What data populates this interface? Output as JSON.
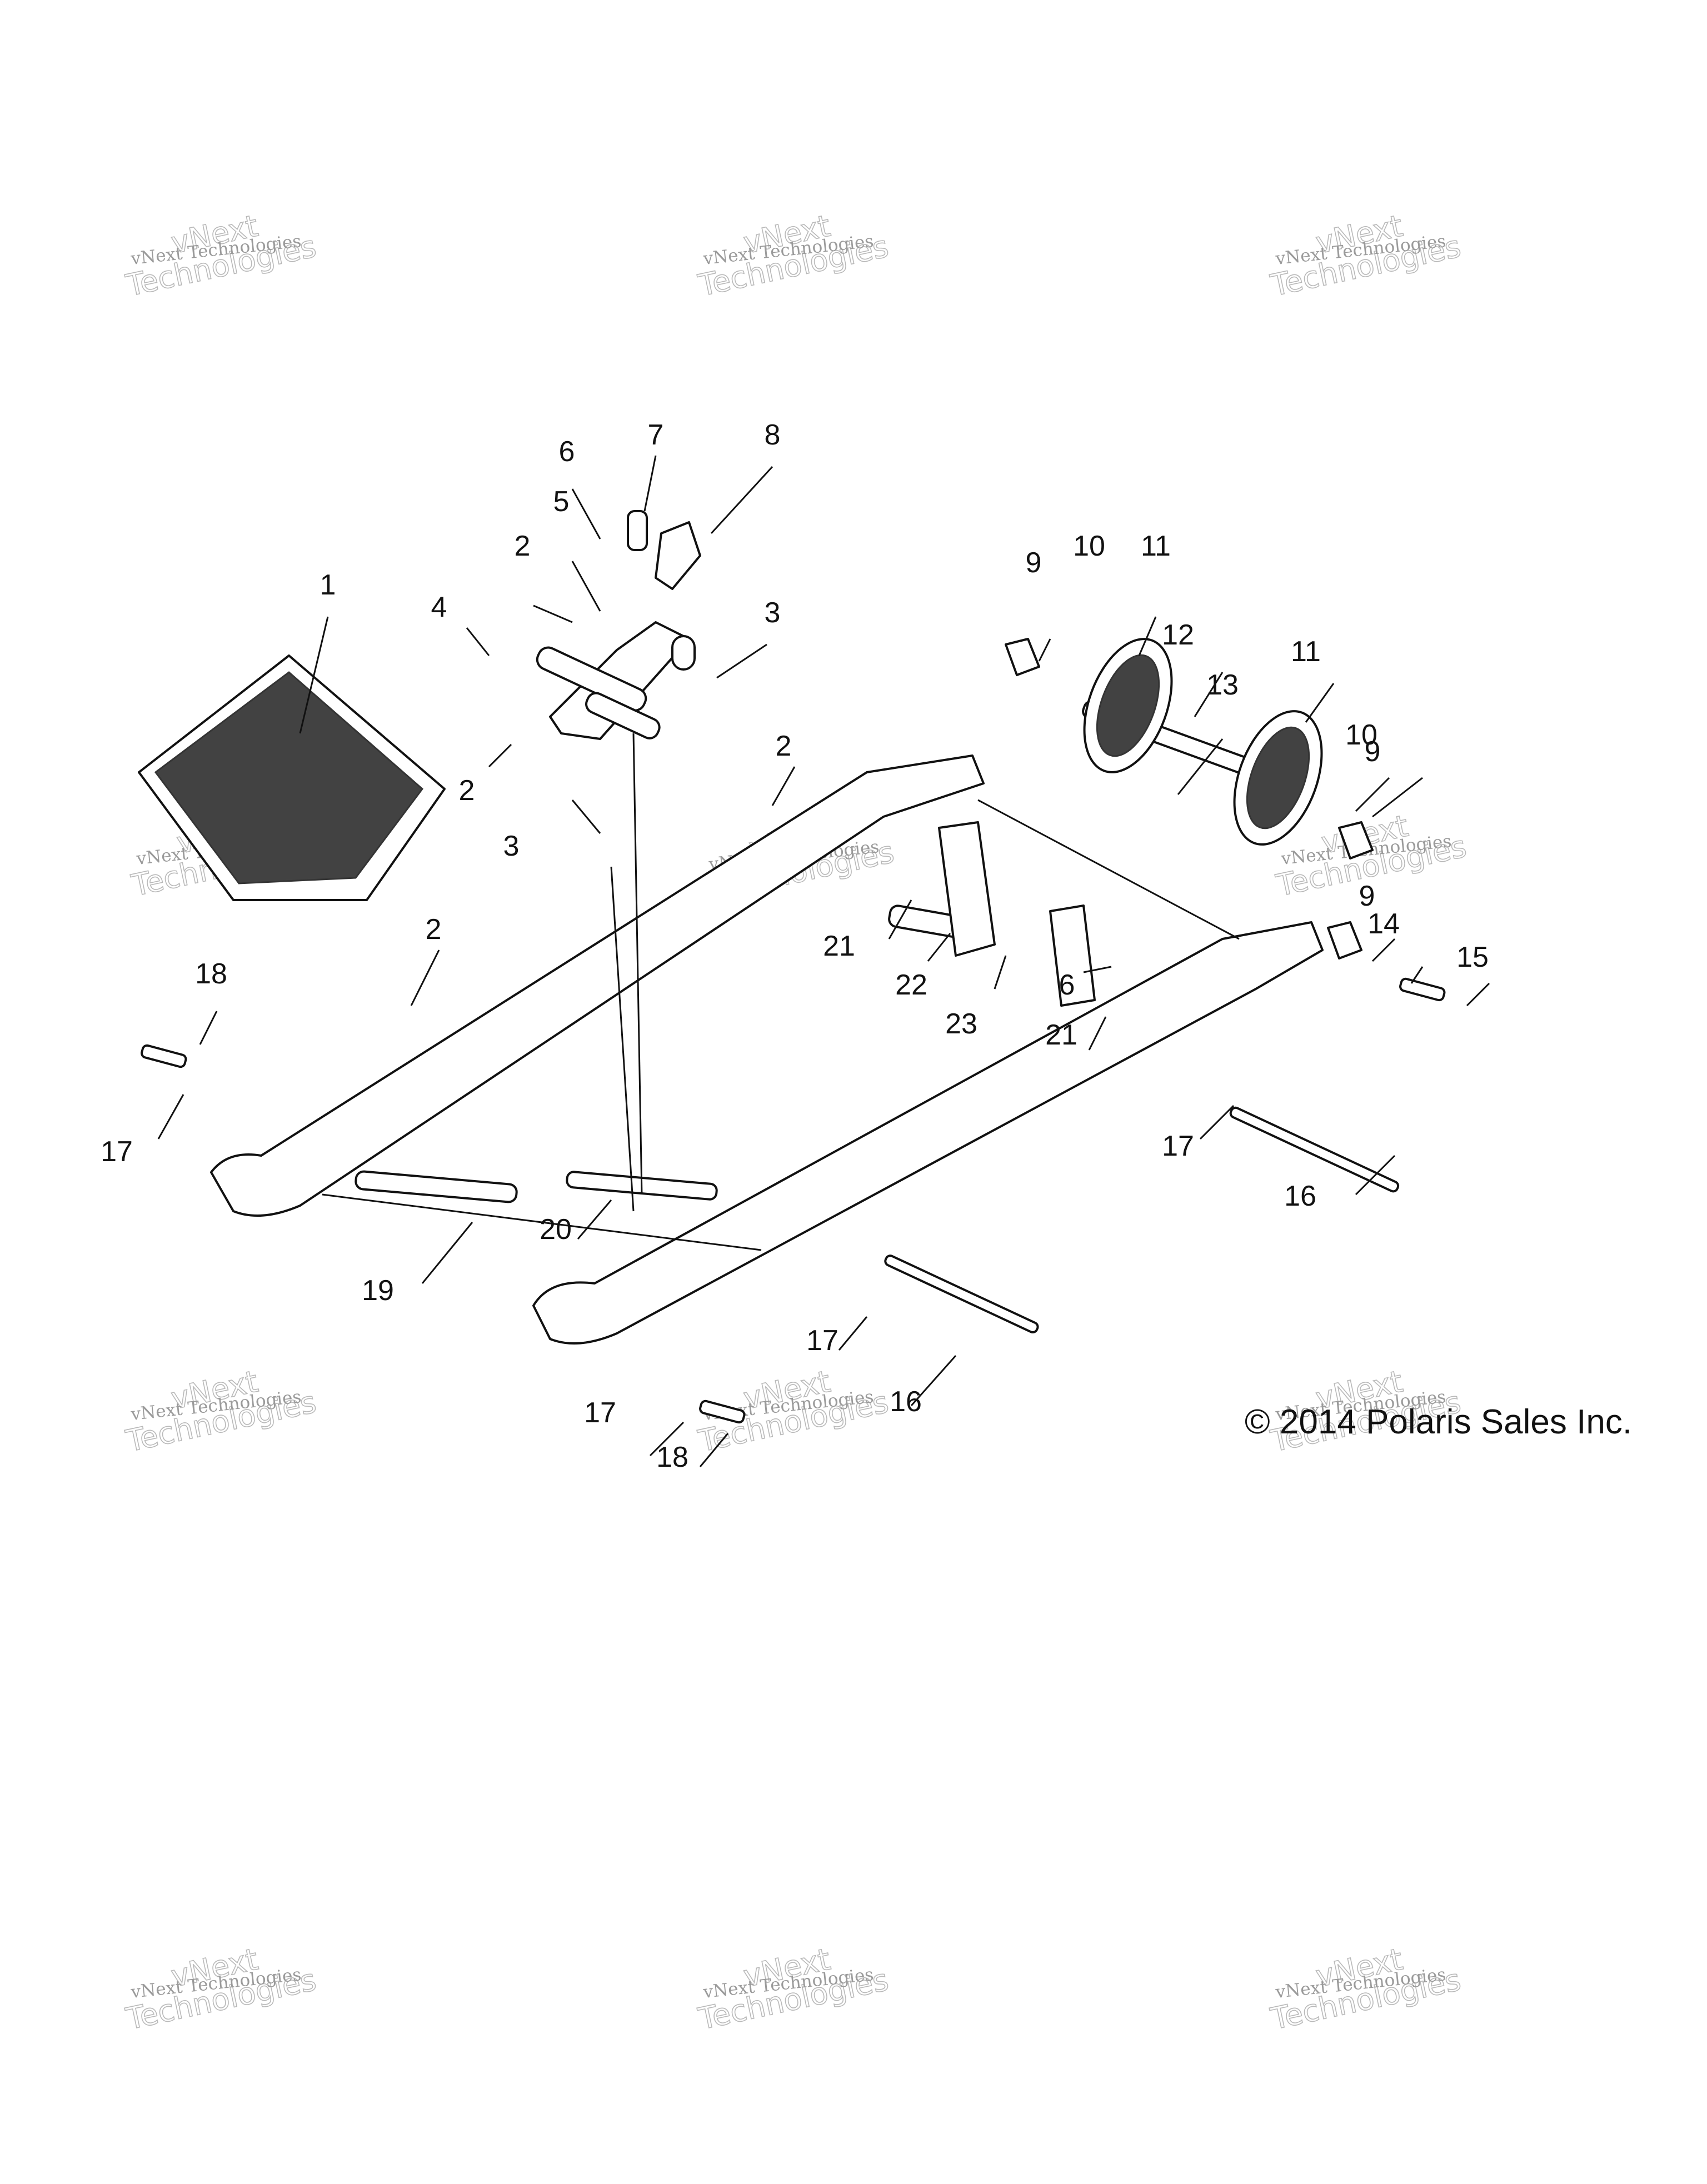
{
  "diagram": {
    "copyright": "© 2014 Polaris Sales Inc.",
    "watermark": {
      "line_small": "vNext Technologies",
      "line_big": "vNext\nTechnologies"
    },
    "callouts": [
      "1",
      "2",
      "2",
      "2",
      "2",
      "3",
      "3",
      "4",
      "5",
      "6",
      "6",
      "7",
      "8",
      "9",
      "9",
      "9",
      "10",
      "10",
      "11",
      "11",
      "12",
      "13",
      "14",
      "15",
      "16",
      "16",
      "17",
      "17",
      "17",
      "17",
      "18",
      "18",
      "19",
      "20",
      "21",
      "21",
      "22",
      "23"
    ]
  }
}
